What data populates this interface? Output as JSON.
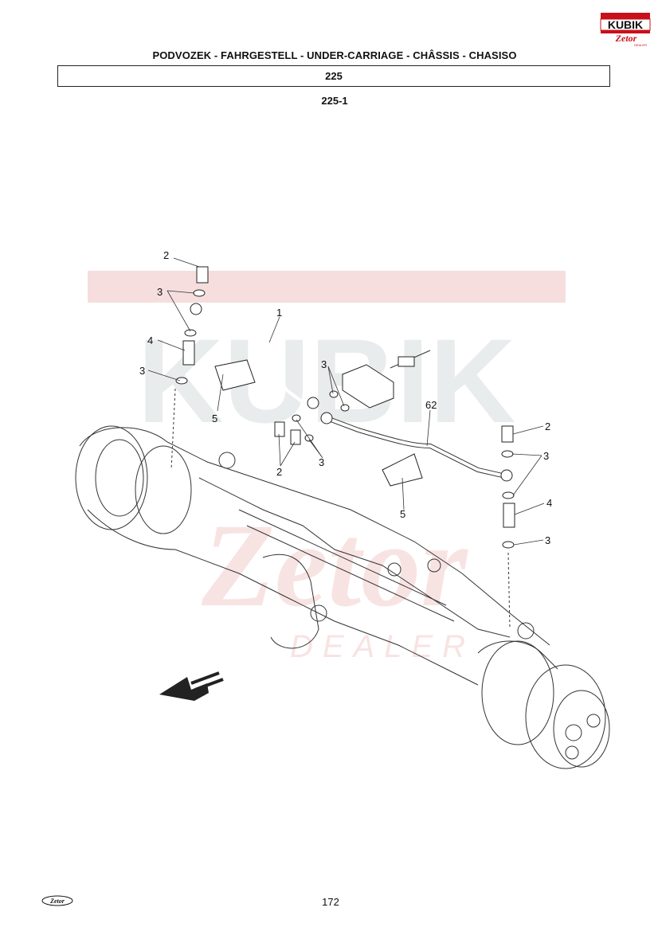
{
  "header": {
    "title": "PODVOZEK - FAHRGESTELL - UNDER-CARRIAGE - CHÂSSIS - CHASISO",
    "section": "225",
    "subsection": "225-1"
  },
  "brand": {
    "logo_top": "KUBIK",
    "logo_bottom": "Zetor",
    "logo_tag": "DEALER",
    "accent_color": "#c8101a"
  },
  "watermark": {
    "text_top": "KUBIK",
    "text_bottom": "Zetor",
    "text_tag": "DEALER"
  },
  "callouts": {
    "c1": "1",
    "c2a": "2",
    "c3a": "3",
    "c4a": "4",
    "c3b": "3",
    "c5a": "5",
    "c3c": "3",
    "c2b": "2",
    "c3d": "3",
    "c62": "62",
    "c2c": "2",
    "c3e": "3",
    "c4b": "4",
    "c3f": "3",
    "c5b": "5"
  },
  "footer": {
    "logo": "Zetor",
    "page": "172"
  }
}
